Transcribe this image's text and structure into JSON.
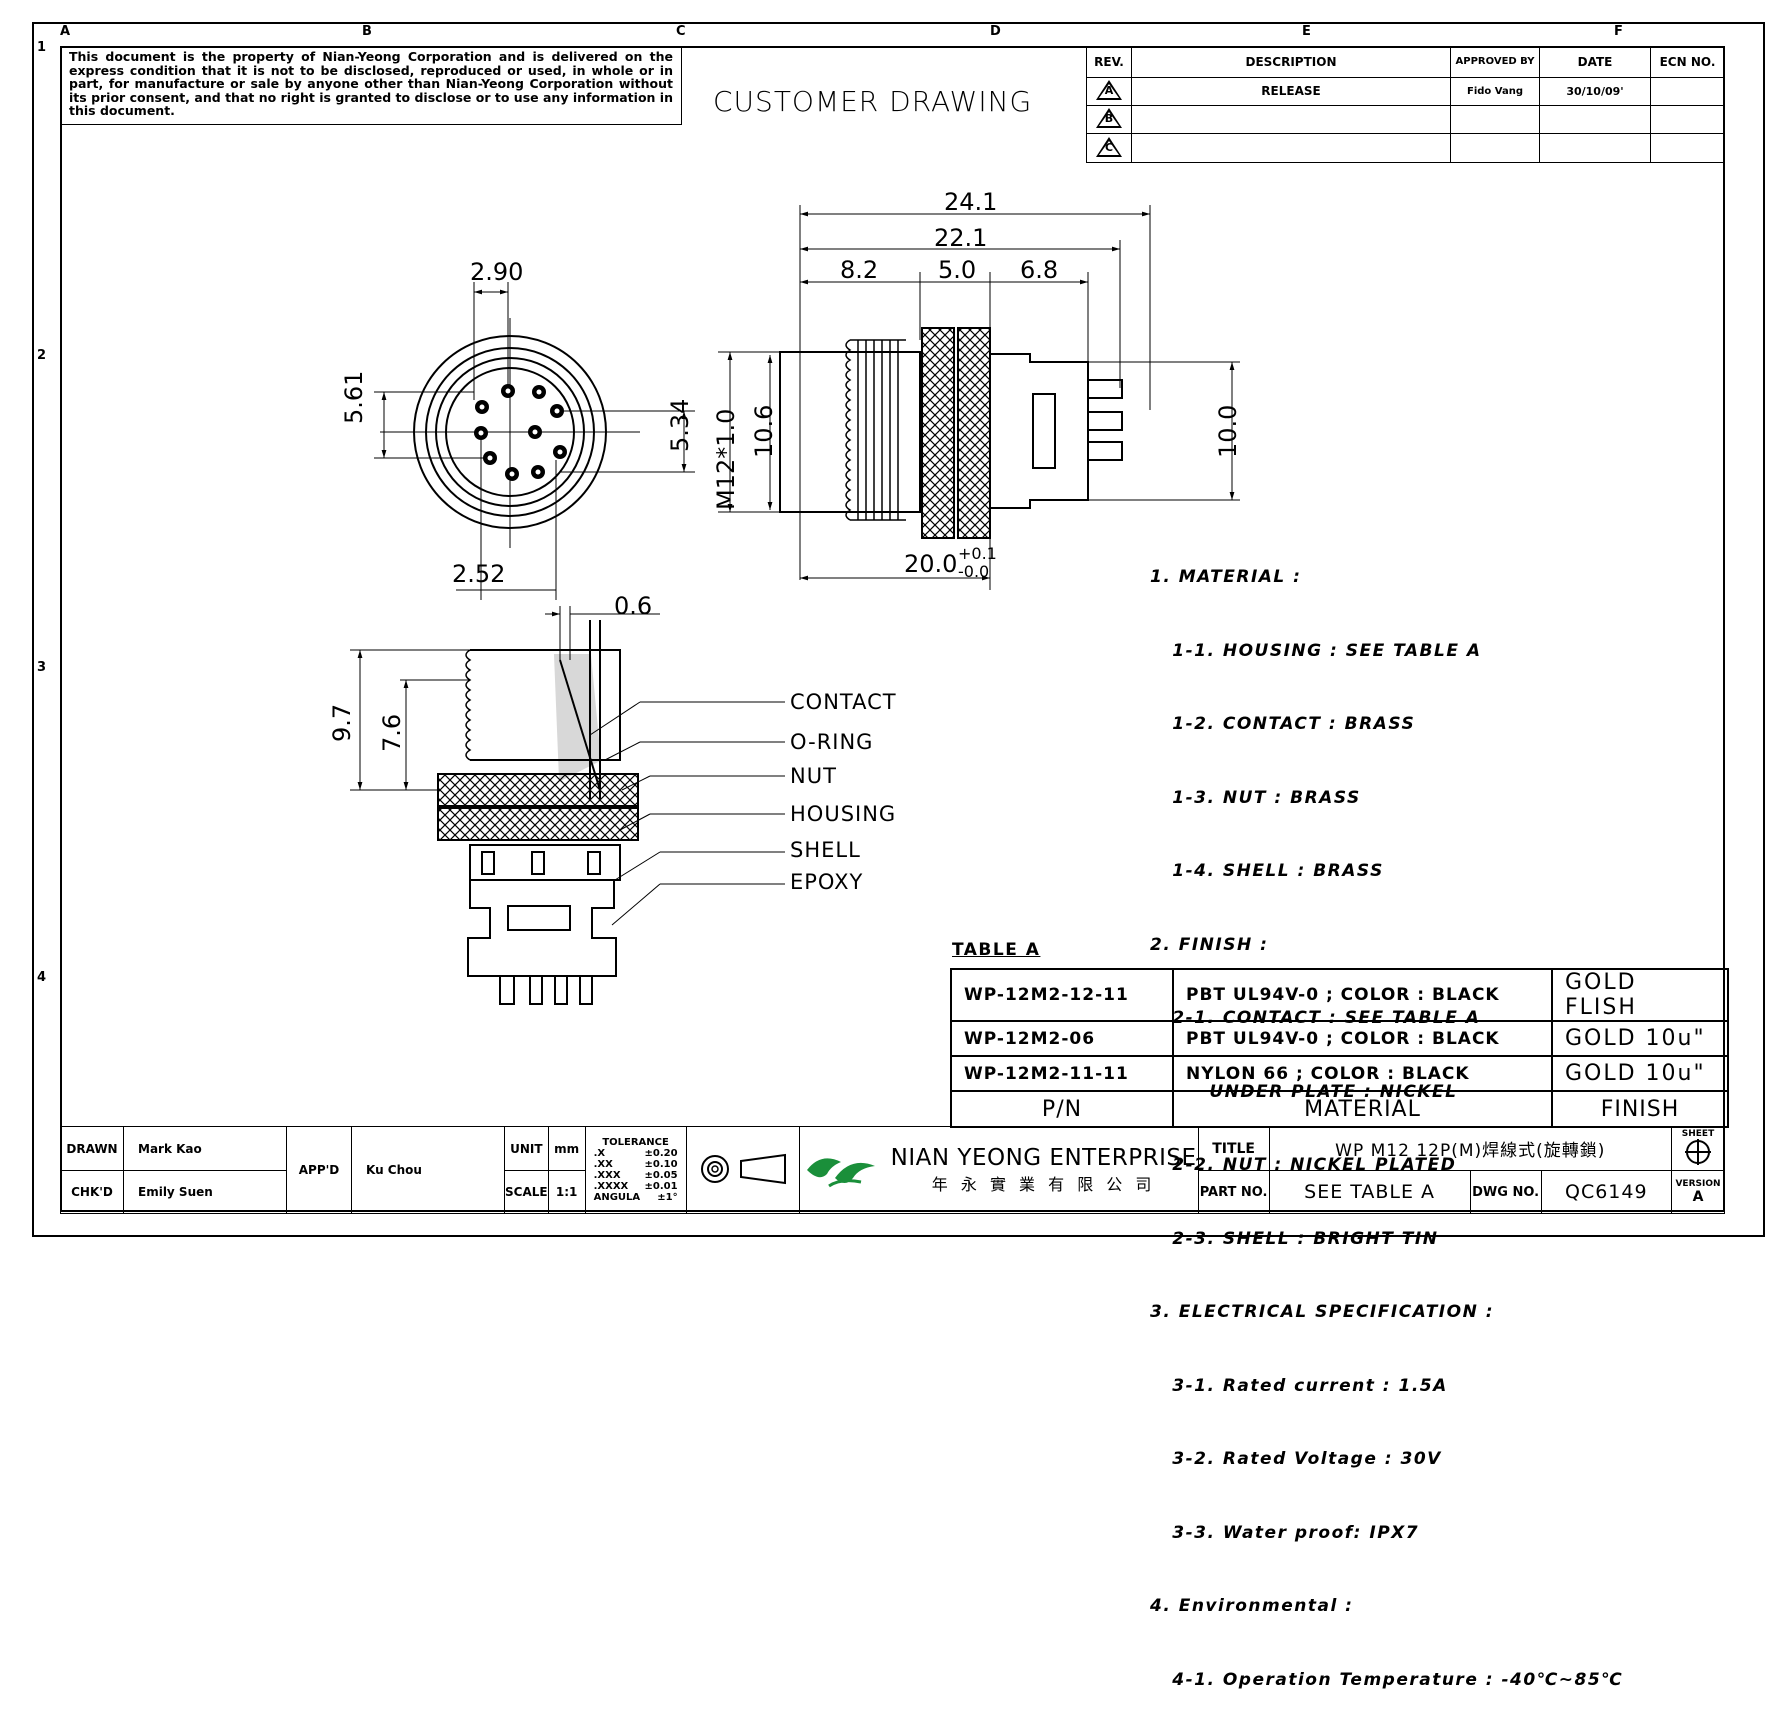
{
  "zones": {
    "columns": [
      "A",
      "B",
      "C",
      "D",
      "E",
      "F"
    ],
    "rows": [
      "1",
      "2",
      "3",
      "4"
    ]
  },
  "notice": "This document is the property of Nian-Yeong Corporation and is delivered on the express condition that it is not to be disclosed, reproduced or used, in whole or in part, for manufacture or sale by anyone other than Nian-Yeong Corporation without its prior consent, and that no right is granted to disclose or to use any information in this document.",
  "heading": "CUSTOMER  DRAWING",
  "revision_table": {
    "headers": [
      "REV.",
      "DESCRIPTION",
      "APPROVED BY",
      "DATE",
      "ECN NO."
    ],
    "rows": [
      {
        "rev": "A",
        "description": "RELEASE",
        "approved_by": "Fido Vang",
        "date": "30/10/09'",
        "ecn": ""
      },
      {
        "rev": "B",
        "description": "",
        "approved_by": "",
        "date": "",
        "ecn": ""
      },
      {
        "rev": "C",
        "description": "",
        "approved_by": "",
        "date": "",
        "ecn": ""
      }
    ]
  },
  "dimensions": {
    "front_pin_pitch": "2.90",
    "front_left_height": "5.61",
    "front_right_height": "5.34",
    "front_bottom_offset": "2.52",
    "side_total_length": "24.1",
    "side_length_2": "22.1",
    "side_thread": "8.2",
    "side_nut": "5.0",
    "side_body": "6.8",
    "side_thread_spec": "M12*1.0",
    "side_thread_dia": "10.6",
    "side_body_height": "10.0",
    "side_dia_main": "20.0",
    "side_dia_tol_plus": "+0.1",
    "side_dia_tol_minus": "-0.0",
    "section_gap": "0.6",
    "section_height_outer": "9.7",
    "section_height_inner": "7.6"
  },
  "callouts": [
    "CONTACT",
    "O-RING",
    "NUT",
    "HOUSING",
    "SHELL",
    "EPOXY"
  ],
  "specifications": [
    "1. MATERIAL :",
    "   1-1. HOUSING : SEE TABLE A",
    "   1-2. CONTACT : BRASS",
    "   1-3. NUT : BRASS",
    "   1-4. SHELL : BRASS",
    "2. FINISH :",
    "   2-1. CONTACT : SEE TABLE A",
    "        UNDER PLATE : NICKEL",
    "   2-2. NUT : NICKEL PLATED",
    "   2-3. SHELL : BRIGHT TIN",
    "3. ELECTRICAL SPECIFICATION :",
    "   3-1. Rated current : 1.5A",
    "   3-2. Rated Voltage : 30V",
    "   3-3. Water proof: IPX7",
    "4. Environmental :",
    "   4-1. Operation Temperature : -40℃~85℃"
  ],
  "table_a": {
    "label": "TABLE A",
    "rows": [
      {
        "pn": "WP-12M2-12-11",
        "material": "PBT UL94V-0 ; COLOR : BLACK",
        "finish": "GOLD FLISH"
      },
      {
        "pn": "WP-12M2-06",
        "material": "PBT UL94V-0 ; COLOR : BLACK",
        "finish": "GOLD 10u\""
      },
      {
        "pn": "WP-12M2-11-11",
        "material": "NYLON 66 ; COLOR : BLACK",
        "finish": "GOLD 10u\""
      }
    ],
    "headers": {
      "pn": "P/N",
      "material": "MATERIAL",
      "finish": "FINISH"
    }
  },
  "title_block": {
    "drawn_label": "DRAWN",
    "drawn_by": "Mark Kao",
    "chkd_label": "CHK'D",
    "chkd_by": "Emily Suen",
    "appd_label": "APP'D",
    "appd_by": "Ku Chou",
    "unit_label": "UNIT",
    "unit_value": "mm",
    "scale_label": "SCALE",
    "scale_value": "1:1",
    "tolerance_title": "TOLERANCE",
    "tolerances": [
      {
        "k": ".X",
        "v": "±0.20"
      },
      {
        "k": ".XX",
        "v": "±0.10"
      },
      {
        "k": ".XXX",
        "v": "±0.05"
      },
      {
        "k": ".XXXX",
        "v": "±0.01"
      },
      {
        "k": "ANGULA",
        "v": "±1°"
      }
    ],
    "company_en": "NIAN YEONG ENTERPRISE",
    "company_cn": "年 永 實 業 有 限 公 司",
    "title_label": "TITLE",
    "title_value": "WP  M12  12P(M)焊線式(旋轉鎖)",
    "part_label": "PART NO.",
    "part_value": "SEE TABLE A",
    "dwg_label": "DWG NO.",
    "dwg_value": "QC6149",
    "sheet_label": "SHEET",
    "version_label": "VERSION",
    "version_value": "A"
  }
}
